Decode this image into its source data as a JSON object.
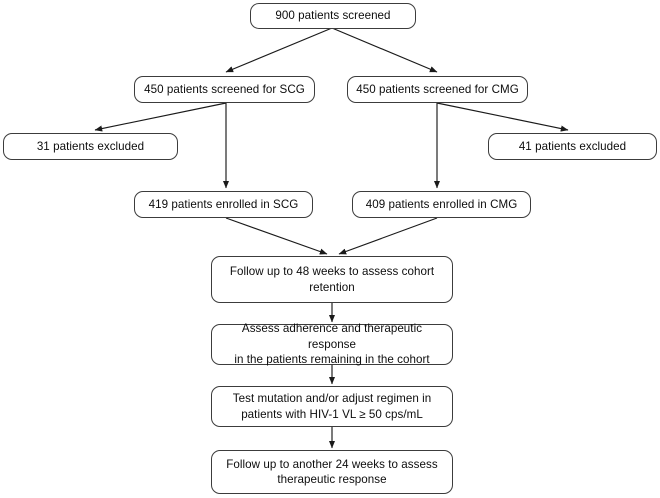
{
  "diagram": {
    "type": "flowchart",
    "title": "Patient screening and follow-up study flow diagram",
    "orientation": "top-to-bottom",
    "colors": {
      "box_border": "#3c3c3c",
      "box_fill": "#ffffff",
      "arrow": "#1a1a1a",
      "text": "#0d0d0d",
      "background": "#ffffff"
    },
    "nodes": [
      {
        "id": "screened-total",
        "label": "900 patients screened",
        "count": 900
      },
      {
        "id": "screened-scg",
        "label": "450 patients screened for SCG",
        "count": 450,
        "group": "SCG"
      },
      {
        "id": "screened-cmg",
        "label": "450 patients screened for CMG",
        "count": 450,
        "group": "CMG"
      },
      {
        "id": "excluded-scg",
        "label": "31 patients excluded",
        "count": 31,
        "group": "SCG"
      },
      {
        "id": "excluded-cmg",
        "label": "41 patients excluded",
        "count": 41,
        "group": "CMG"
      },
      {
        "id": "enrolled-scg",
        "label": "419 patients enrolled in SCG",
        "count": 419,
        "group": "SCG"
      },
      {
        "id": "enrolled-cmg",
        "label": "409 patients enrolled in CMG",
        "count": 409,
        "group": "CMG"
      },
      {
        "id": "followup-48",
        "label": "Follow up to 48 weeks to assess cohort\nretention"
      },
      {
        "id": "assess-adherence",
        "label": "Assess adherence and therapeutic response\nin the patients remaining in the cohort"
      },
      {
        "id": "test-mutation",
        "label": "Test mutation and/or adjust regimen in\npatients with HIV-1 VL ≥ 50 cps/mL"
      },
      {
        "id": "followup-24",
        "label": "Follow up to another 24 weeks to assess\ntherapeutic response"
      }
    ],
    "edges": [
      {
        "from": "screened-total",
        "to": "screened-scg",
        "style": "diagonal-arrow"
      },
      {
        "from": "screened-total",
        "to": "screened-cmg",
        "style": "diagonal-arrow"
      },
      {
        "from": "screened-scg",
        "to": "excluded-scg",
        "style": "diagonal-arrow"
      },
      {
        "from": "screened-cmg",
        "to": "excluded-cmg",
        "style": "diagonal-arrow"
      },
      {
        "from": "screened-scg",
        "to": "enrolled-scg",
        "style": "vertical-arrow"
      },
      {
        "from": "screened-cmg",
        "to": "enrolled-cmg",
        "style": "vertical-arrow"
      },
      {
        "from": "enrolled-scg",
        "to": "followup-48",
        "style": "diagonal-arrow"
      },
      {
        "from": "enrolled-cmg",
        "to": "followup-48",
        "style": "diagonal-arrow"
      },
      {
        "from": "followup-48",
        "to": "assess-adherence",
        "style": "vertical-arrow"
      },
      {
        "from": "assess-adherence",
        "to": "test-mutation",
        "style": "vertical-arrow"
      },
      {
        "from": "test-mutation",
        "to": "followup-24",
        "style": "vertical-arrow"
      }
    ]
  }
}
